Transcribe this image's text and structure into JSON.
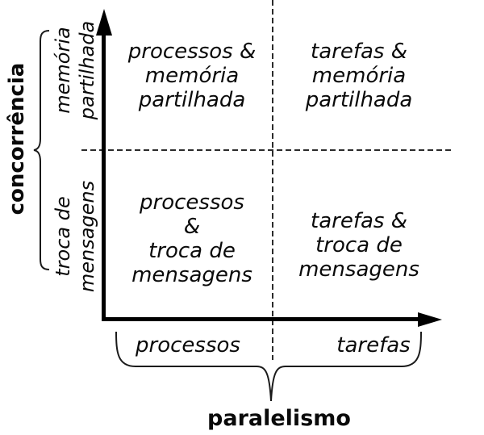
{
  "colors": {
    "ink": "#0a0a0a",
    "dash": "#2b2b2b"
  },
  "y_axis": {
    "group_label": "concorrência",
    "categories": [
      {
        "label": "memória\npartilhada"
      },
      {
        "label": "troca de\nmensagens"
      }
    ]
  },
  "x_axis": {
    "group_label": "paralelismo",
    "categories": [
      {
        "label": "processos"
      },
      {
        "label": "tarefas"
      }
    ]
  },
  "quadrants": {
    "top_left": "processos &\nmemória\npartilhada",
    "top_right": "tarefas &\nmemória\npartilhada",
    "bottom_left": "processos\n&\ntroca de\nmensagens",
    "bottom_right": "tarefas &\ntroca de\nmensagens"
  }
}
